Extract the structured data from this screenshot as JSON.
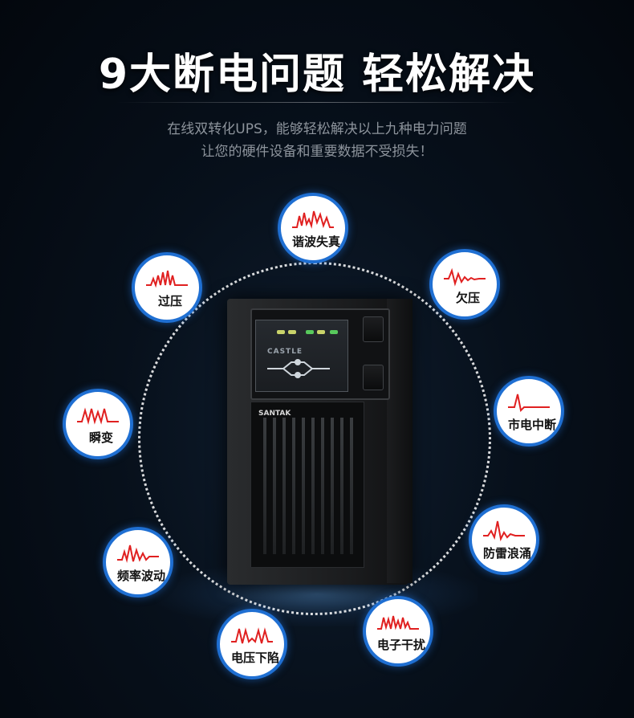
{
  "header": {
    "title": "9大断电问题 轻松解决",
    "subtitle_line1": "在线双转化UPS，能够轻松解决以上九种电力问题",
    "subtitle_line2": "让您的硬件设备和重要数据不受损失！"
  },
  "device": {
    "brand_label": "SANTAK",
    "model_label": "CASTLE"
  },
  "problems": [
    {
      "label": "谐波失真",
      "icon": "harmonic-distortion-waveform-icon"
    },
    {
      "label": "欠压",
      "icon": "undervoltage-waveform-icon"
    },
    {
      "label": "市电中断",
      "icon": "power-outage-waveform-icon"
    },
    {
      "label": "防雷浪涌",
      "icon": "lightning-surge-waveform-icon"
    },
    {
      "label": "电子干扰",
      "icon": "electronic-interference-waveform-icon"
    },
    {
      "label": "电压下陷",
      "icon": "voltage-sag-waveform-icon"
    },
    {
      "label": "频率波动",
      "icon": "frequency-fluctuation-waveform-icon"
    },
    {
      "label": "瞬变",
      "icon": "transient-waveform-icon"
    },
    {
      "label": "过压",
      "icon": "overvoltage-waveform-icon"
    }
  ],
  "colors": {
    "badge_border": "#1f6fd2",
    "waveform": "#e02020",
    "background": "#07101b"
  }
}
